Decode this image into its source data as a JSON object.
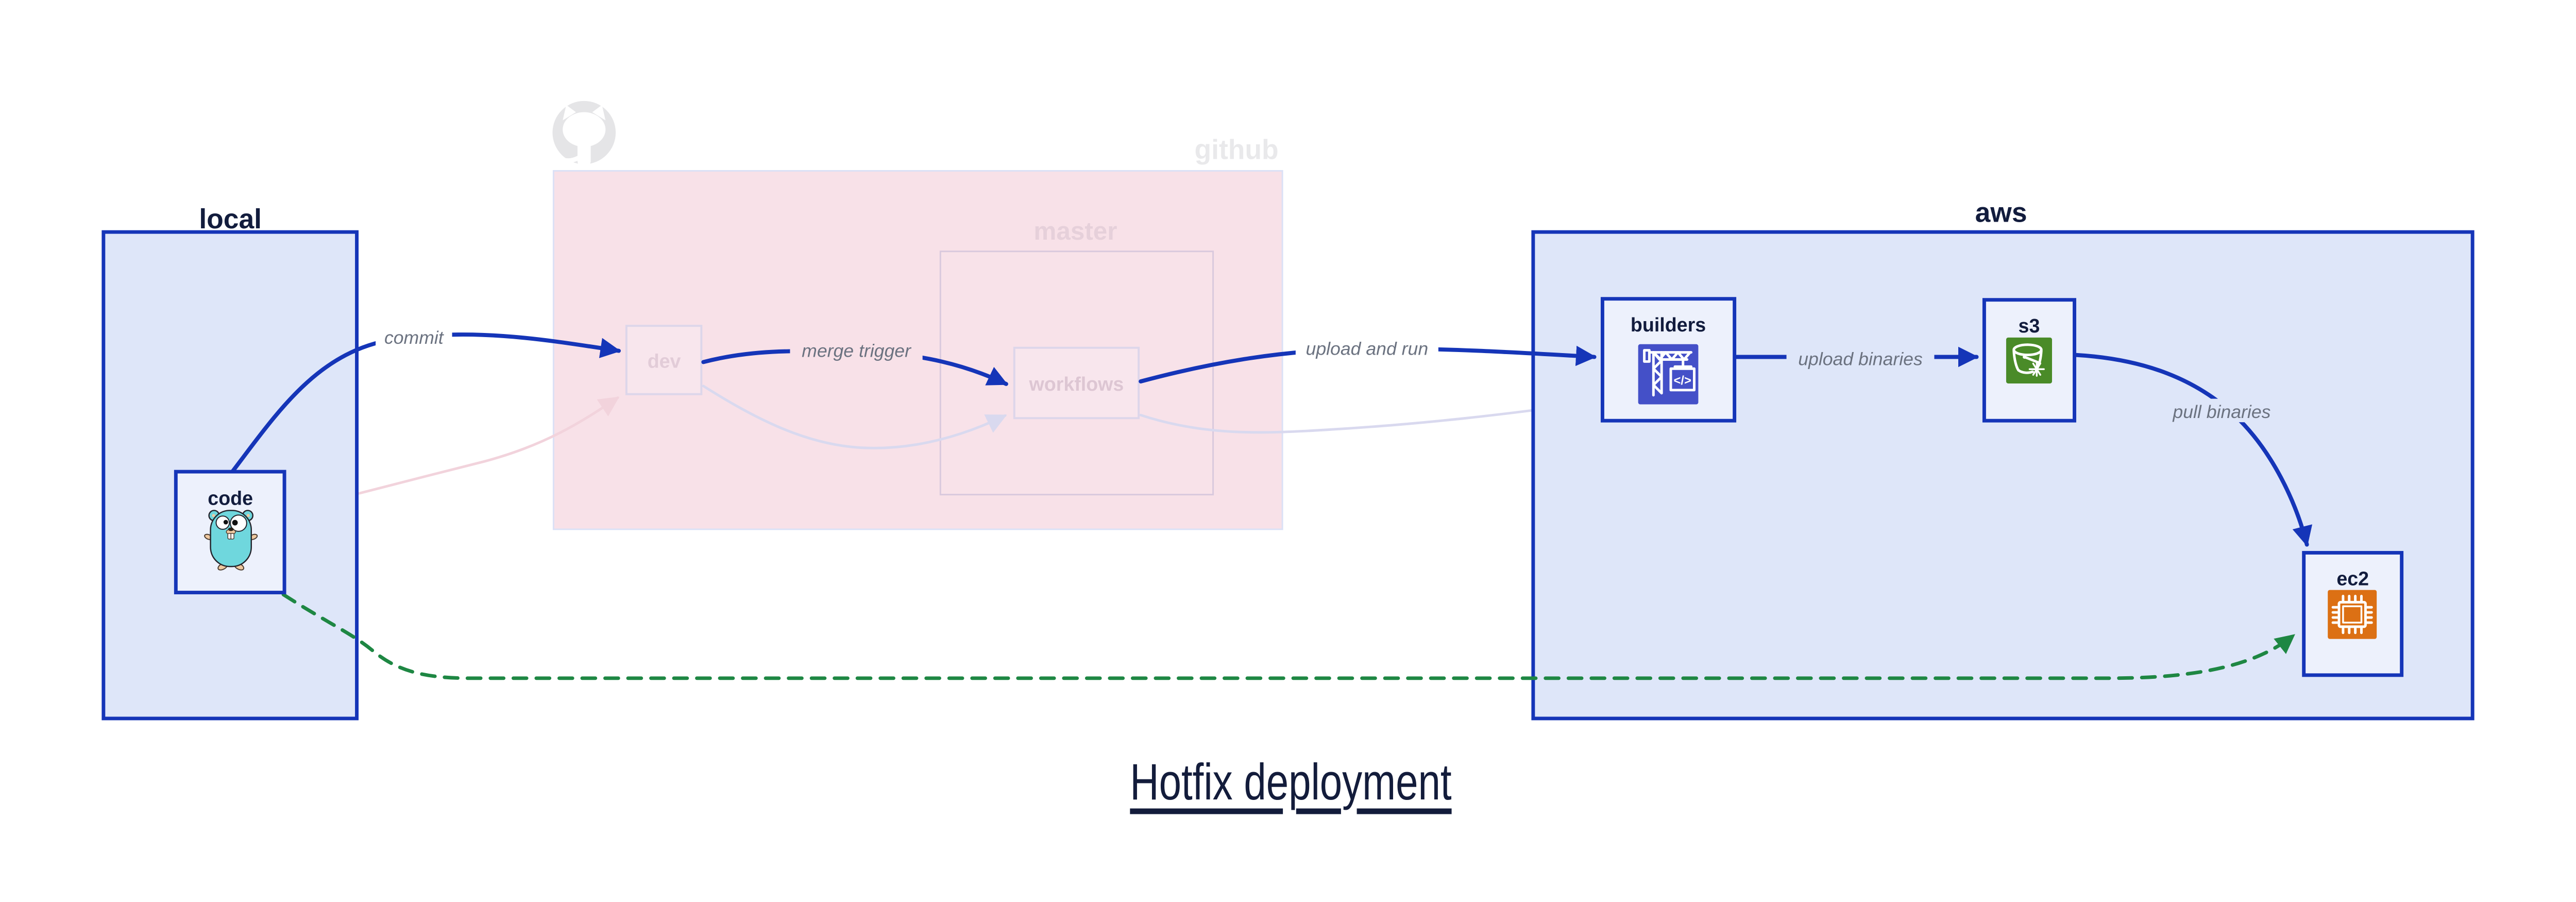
{
  "title": {
    "text": "Hotfix deployment"
  },
  "regions": {
    "local": {
      "label": "local"
    },
    "github": {
      "label": "github",
      "master_label": "master"
    },
    "aws": {
      "label": "aws"
    }
  },
  "nodes": {
    "code": {
      "label": "code",
      "icon": "go-gopher-icon"
    },
    "dev": {
      "label": "dev"
    },
    "workflows": {
      "label": "workflows"
    },
    "builders": {
      "label": "builders",
      "icon": "codebuild-crane-icon"
    },
    "s3": {
      "label": "s3",
      "icon": "s3-bucket-snowflake-icon"
    },
    "ec2": {
      "label": "ec2",
      "icon": "ec2-cpu-chip-icon"
    }
  },
  "edges": {
    "commit": {
      "label": "commit",
      "from": "code",
      "to": "dev",
      "style": "solid-blue"
    },
    "merge_trigger": {
      "label": "merge trigger",
      "from": "dev",
      "to": "workflows",
      "style": "solid-blue"
    },
    "upload_and_run": {
      "label": "upload and run",
      "from": "workflows",
      "to": "builders",
      "style": "solid-blue"
    },
    "upload_binaries": {
      "label": "upload binaries",
      "from": "builders",
      "to": "s3",
      "style": "solid-blue"
    },
    "pull_binaries": {
      "label": "pull binaries",
      "from": "s3",
      "to": "ec2",
      "style": "solid-blue"
    },
    "hotfix_path": {
      "label": "",
      "from": "code",
      "to": "ec2",
      "style": "dashed-green"
    },
    "faded_code_dev": {
      "label": "",
      "from": "code",
      "to": "dev",
      "style": "faded-pink"
    },
    "faded_dev_workflows": {
      "label": "",
      "from": "dev",
      "to": "workflows",
      "style": "faded-lavender"
    },
    "faded_workflows_builders": {
      "label": "",
      "from": "workflows",
      "to": "builders",
      "style": "faded-lavender"
    }
  },
  "icons": {
    "github_logo": "octocat-icon",
    "code": "go-gopher-icon",
    "builders": "codebuild-crane-icon",
    "builders_glyph": "</>",
    "s3": "s3-bucket-snowflake-icon",
    "ec2": "ec2-cpu-chip-icon"
  },
  "colors": {
    "edge_blue": "#1535b8",
    "region_fill_blue": "#dee6f9",
    "node_fill": "#edf1fc",
    "github_fill": "#f8e1e8",
    "github_border": "#dbe1f6",
    "master_border": "#d9c9dd",
    "faded_node_border": "#ddd6ea",
    "faded_lavender_edge": "#d9d9ef",
    "faded_pink_edge": "#f2d3dc",
    "edge_label_gray": "#6b7280",
    "green_dashed": "#1e8743",
    "dark_navy_text": "#121c3d",
    "faded_text_pink": "#e6d0da",
    "faded_text_gray": "#e9e9eb",
    "builders_icon_bg": "#4450c8",
    "s3_icon_bg": "#4a8b28",
    "ec2_icon_bg": "#dc7014",
    "gopher_teal": "#6fd7dd",
    "octocat_gray": "#e5e5e7"
  }
}
